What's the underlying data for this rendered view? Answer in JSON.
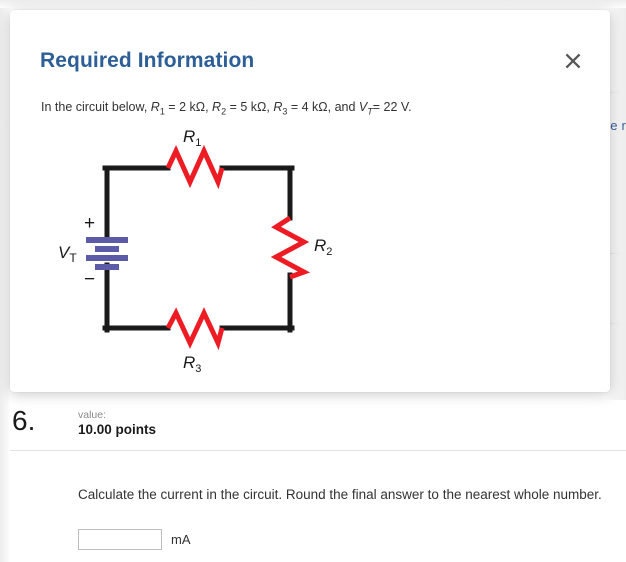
{
  "modal": {
    "title": "Required Information",
    "close_icon": "close-icon",
    "body_prefix": "In the circuit below, ",
    "body_suffix": ".",
    "given": [
      {
        "symbol": "R",
        "sub": "1",
        "value": "2 kΩ",
        "sep": ", "
      },
      {
        "symbol": "R",
        "sub": "2",
        "value": "5 kΩ",
        "sep": ", "
      },
      {
        "symbol": "R",
        "sub": "3",
        "value": "4 kΩ",
        "sep": ", and "
      },
      {
        "symbol": "V",
        "sub": "T",
        "value": "22 V",
        "sep": ""
      }
    ],
    "body_full": "In the circuit below, R1 = 2 kΩ, R2 = 5 kΩ, R3 = 4 kΩ, and VT = 22 V."
  },
  "circuit": {
    "alt": "Series circuit with voltage source VT and three resistors R1, R2, R3",
    "wire_color": "#1a1a1a",
    "resistor_color": "#ed1c24",
    "battery_color": "#5b5ba8",
    "labels": {
      "source": "V",
      "source_sub": "T",
      "plus": "+",
      "minus": "−",
      "r1": "R",
      "r1_sub": "1",
      "r2": "R",
      "r2_sub": "2",
      "r3": "R",
      "r3_sub": "3"
    }
  },
  "question": {
    "number": "6.",
    "value_label": "value:",
    "points": "10.00 points",
    "prompt": "Calculate the current in the circuit. Round the final answer to the nearest whole number.",
    "answer_value": "",
    "answer_placeholder": "",
    "unit": "mA"
  },
  "background": {
    "clipped_text": "e r"
  }
}
